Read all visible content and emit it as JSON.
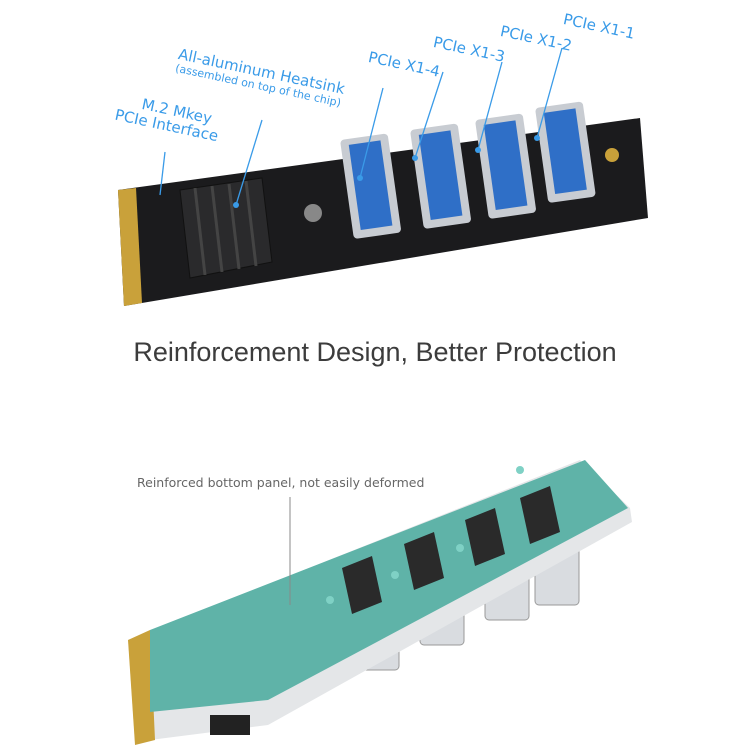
{
  "top_image": {
    "labels": {
      "m2": [
        "M.2 Mkey",
        "PCIe Interface"
      ],
      "heatsink": "All-aluminum Heatsink",
      "heatsink_note": "(assembled on top of the chip)",
      "ports": [
        "PCIe X1-4",
        "PCIe X1-3",
        "PCIe X1-2",
        "PCIe X1-1"
      ]
    },
    "accent_color": "#3a9be8"
  },
  "headline": "Reinforcement Design, Better Protection",
  "bottom_image": {
    "note": "Reinforced bottom panel, not easily deformed",
    "panel_color": "#5fb3a8"
  }
}
